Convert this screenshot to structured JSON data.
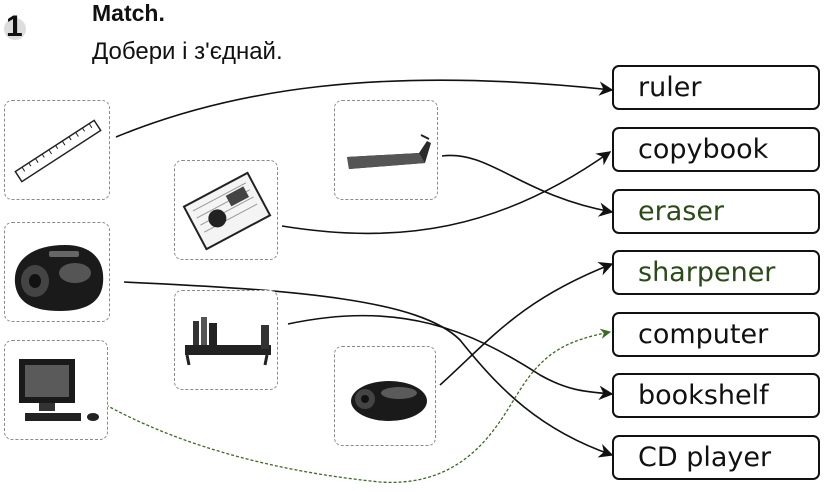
{
  "exercise": {
    "number": "1",
    "title": "Match.",
    "instruction": "Добери і з'єднай."
  },
  "pictures": [
    {
      "id": "pic-ruler",
      "icon": "ruler-icon"
    },
    {
      "id": "pic-cd-player",
      "icon": "cd-player-icon"
    },
    {
      "id": "pic-computer",
      "icon": "computer-icon"
    },
    {
      "id": "pic-copybook",
      "icon": "copybook-icon"
    },
    {
      "id": "pic-bookshelf",
      "icon": "bookshelf-icon"
    },
    {
      "id": "pic-eraser",
      "icon": "eraser-icon"
    },
    {
      "id": "pic-sharpener",
      "icon": "sharpener-icon"
    }
  ],
  "words": [
    {
      "text": "ruler"
    },
    {
      "text": "copybook"
    },
    {
      "text": "eraser"
    },
    {
      "text": "sharpener"
    },
    {
      "text": "computer"
    },
    {
      "text": "bookshelf"
    },
    {
      "text": "CD player"
    }
  ],
  "colors": {
    "ink": "#111111",
    "green_ink": "#2a4a18",
    "card_border": "#8a8a8a"
  }
}
